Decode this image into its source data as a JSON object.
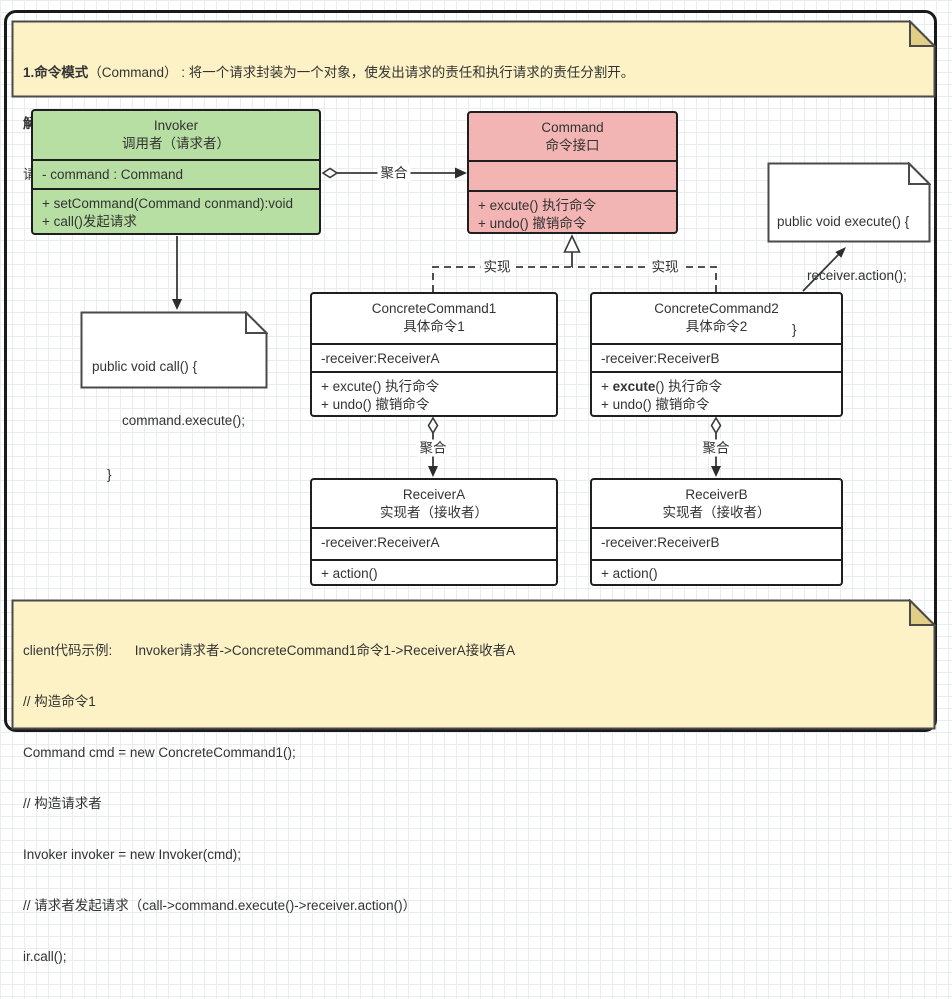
{
  "colors": {
    "class_green": "#b7dfa3",
    "class_pink": "#f3b4b4",
    "note_yellow": "#fcf2c6",
    "note_fold_yellow": "#e2cf85",
    "box_border": "#1f1f1f",
    "line": "#3a3a3a"
  },
  "notes": {
    "pattern": {
      "line1_bold": "1.命令模式",
      "line1_rest": "（Command） : 将一个请求封装为一个对象，使发出请求的责任和执行请求的责任分割开。",
      "line2": "解释:",
      "line3": "请求和执行通过命令沟通，实现了解耦。"
    },
    "call_code": {
      "line1": "public void call() {",
      "line2": "        command.execute();",
      "line3": "    }"
    },
    "execute_code": {
      "line1": "public void execute() {",
      "line2": "        receiver.action();",
      "line3": "    }"
    },
    "client_code": {
      "line1": "client代码示例:      Invoker请求者->ConcreteCommand1命令1->ReceiverA接收者A",
      "line2": "// 构造命令1",
      "line3": "Command cmd = new ConcreteCommand1();",
      "line4": "// 构造请求者",
      "line5": "Invoker invoker = new Invoker(cmd);",
      "line6": "// 请求者发起请求（call->command.execute()->receiver.action()）",
      "line7": "ir.call();"
    }
  },
  "classes": {
    "invoker": {
      "name": "Invoker",
      "name_cn": "调用者（请求者）",
      "attribute": "- command : Command",
      "method1": "+ setCommand(Command conmand):void",
      "method2": "+ call()发起请求"
    },
    "command": {
      "name": "Command",
      "name_cn": "命令接口",
      "attribute": "",
      "method1": "+ excute() 执行命令",
      "method2": "+ undo() 撤销命令"
    },
    "concrete_command1": {
      "name": "ConcreteCommand1",
      "name_cn": "具体命令1",
      "attribute": "-receiver:ReceiverA",
      "method1": "+ excute() 执行命令",
      "method2": "+ undo() 撤销命令"
    },
    "concrete_command2": {
      "name": "ConcreteCommand2",
      "name_cn": "具体命令2",
      "attribute": "-receiver:ReceiverB",
      "method1_prefix": "+ ",
      "method1_bold": "excute",
      "method1_suffix": "() 执行命令",
      "method2": "+ undo() 撤销命令"
    },
    "receiver_a": {
      "name": "ReceiverA",
      "name_cn": "实现者（接收者）",
      "attribute": "-receiver:ReceiverA",
      "method1": "+ action()"
    },
    "receiver_b": {
      "name": "ReceiverB",
      "name_cn": "实现者（接收者）",
      "attribute": "-receiver:ReceiverB",
      "method1": "+ action()"
    }
  },
  "edge_labels": {
    "aggregation": "聚合",
    "realization": "实现"
  }
}
